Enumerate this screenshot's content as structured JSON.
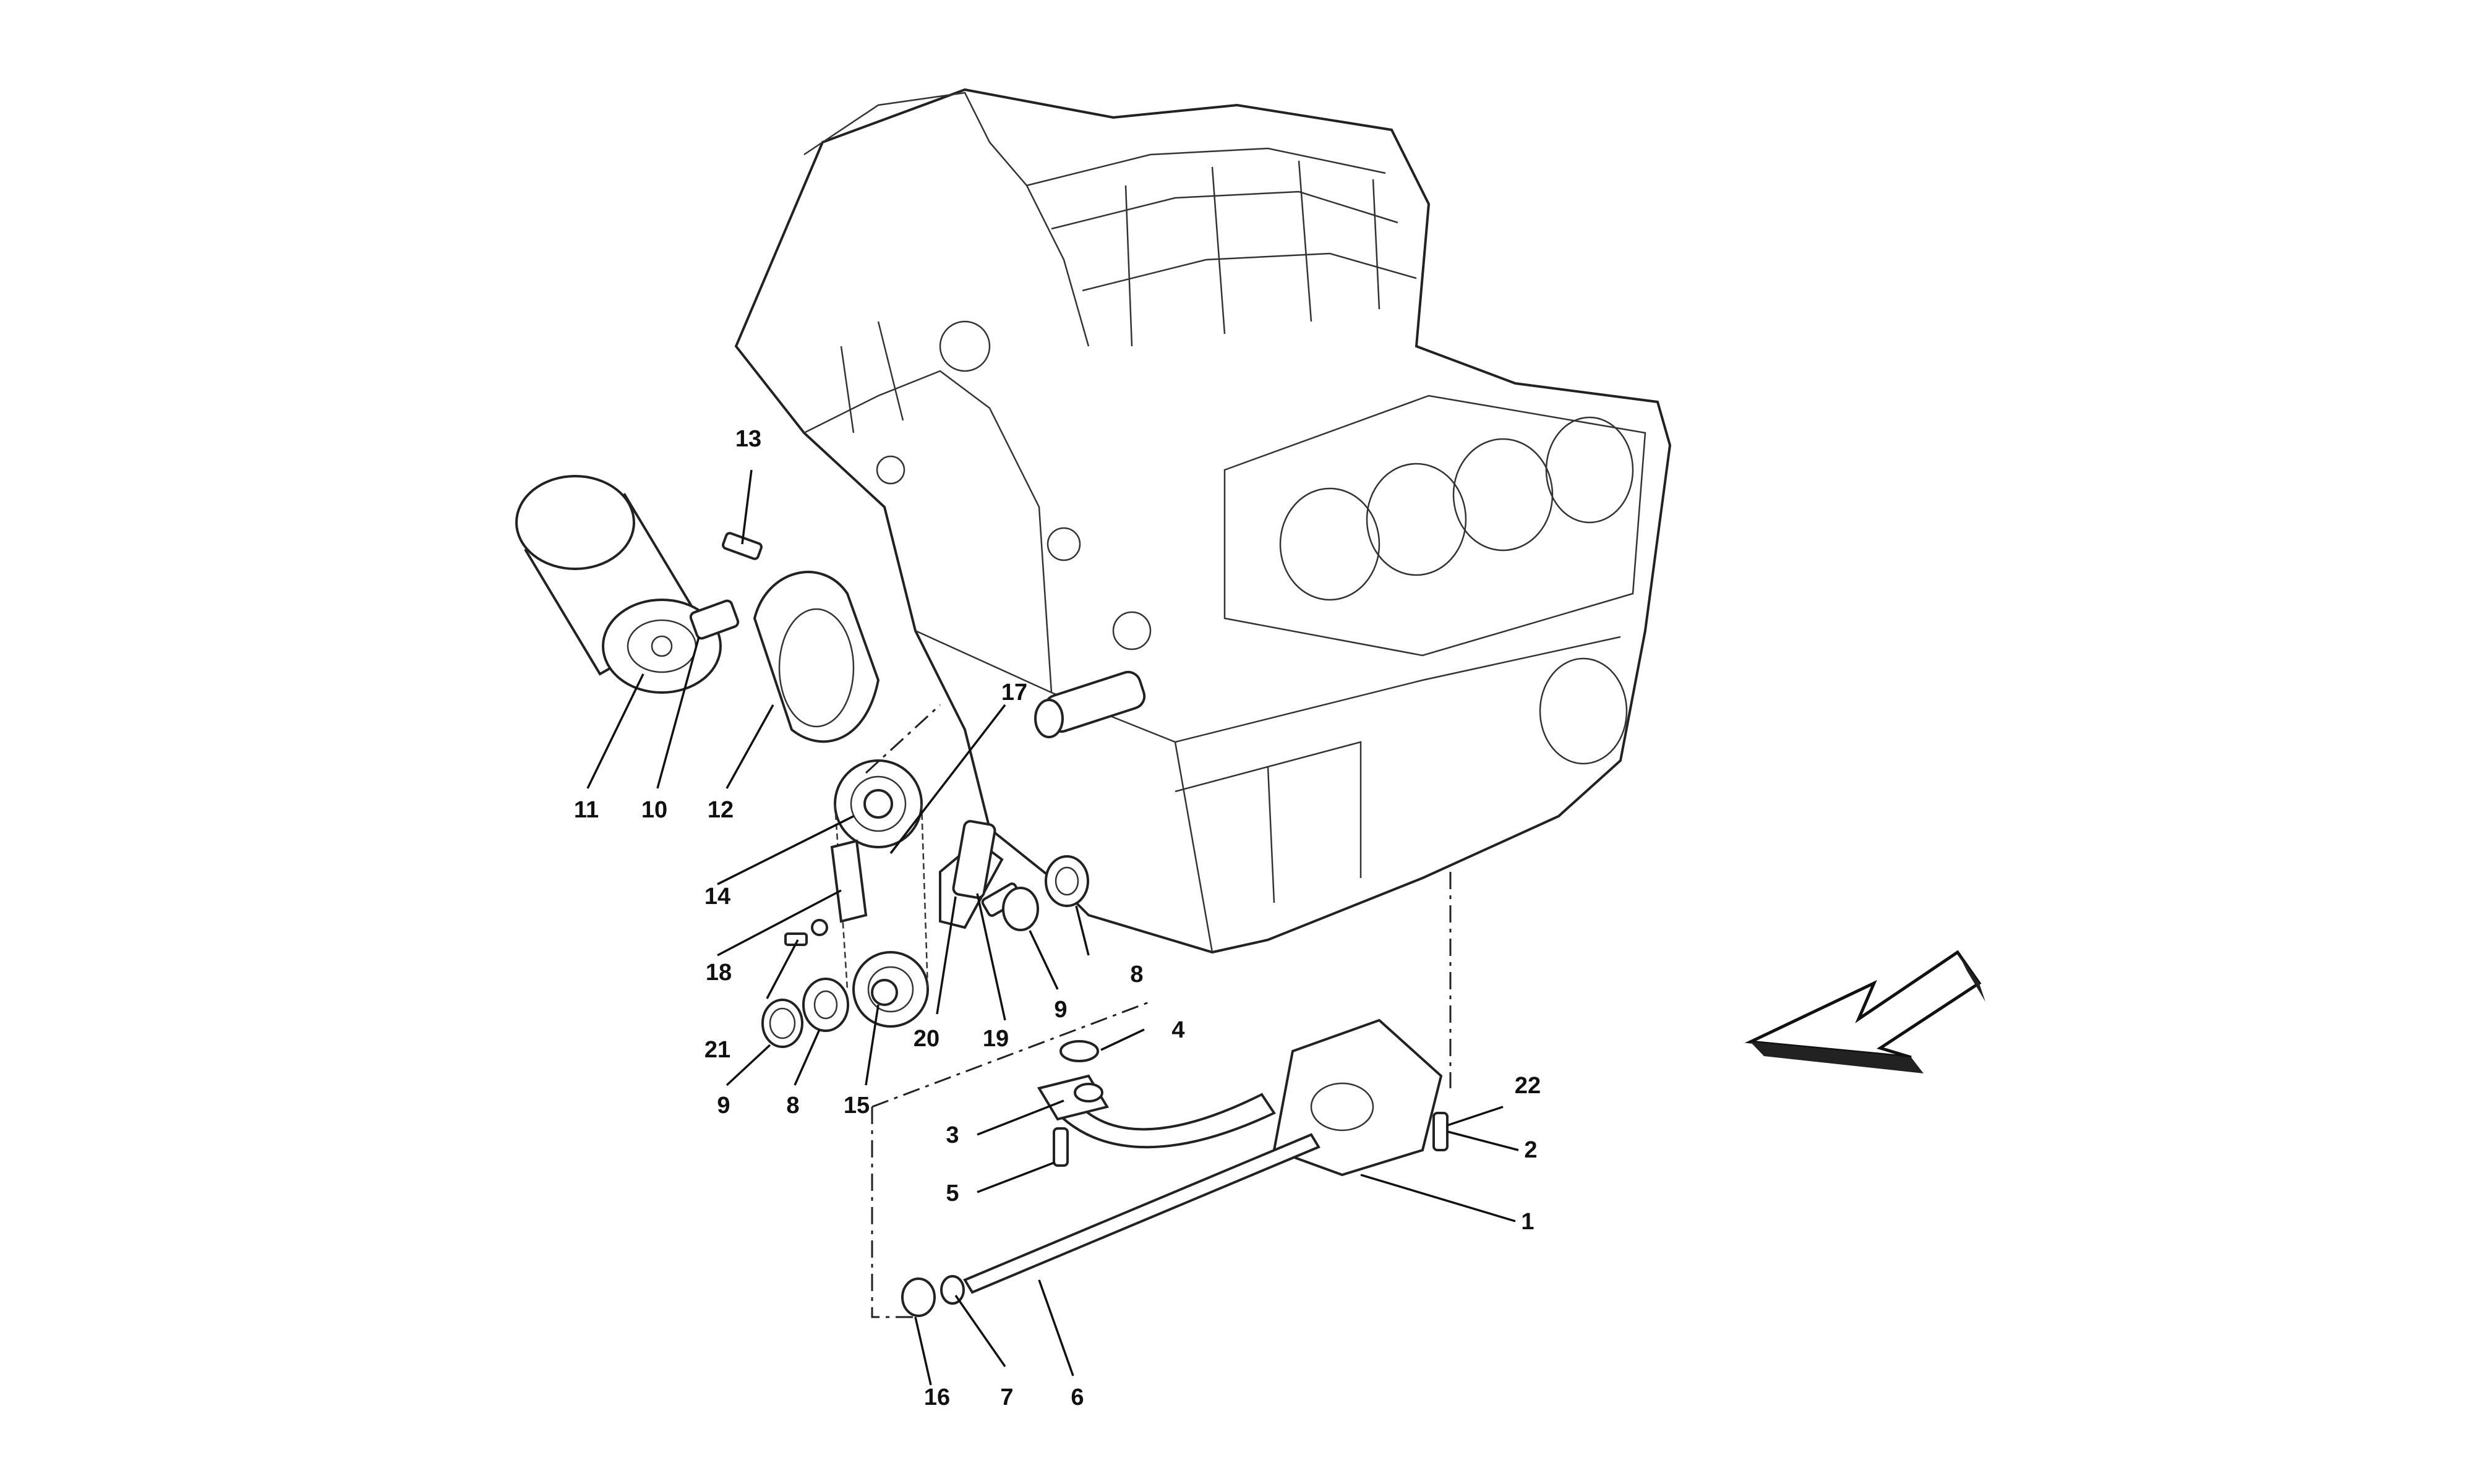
{
  "diagram": {
    "callouts": [
      {
        "id": "c1",
        "text": "1"
      },
      {
        "id": "c2",
        "text": "2"
      },
      {
        "id": "c3",
        "text": "3"
      },
      {
        "id": "c4",
        "text": "4"
      },
      {
        "id": "c5",
        "text": "5"
      },
      {
        "id": "c6",
        "text": "6"
      },
      {
        "id": "c7",
        "text": "7"
      },
      {
        "id": "c8a",
        "text": "8"
      },
      {
        "id": "c8b",
        "text": "8"
      },
      {
        "id": "c9a",
        "text": "9"
      },
      {
        "id": "c9b",
        "text": "9"
      },
      {
        "id": "c10",
        "text": "10"
      },
      {
        "id": "c11",
        "text": "11"
      },
      {
        "id": "c12",
        "text": "12"
      },
      {
        "id": "c13",
        "text": "13"
      },
      {
        "id": "c14",
        "text": "14"
      },
      {
        "id": "c15",
        "text": "15"
      },
      {
        "id": "c16",
        "text": "16"
      },
      {
        "id": "c17",
        "text": "17"
      },
      {
        "id": "c18",
        "text": "18"
      },
      {
        "id": "c19",
        "text": "19"
      },
      {
        "id": "c20",
        "text": "20"
      },
      {
        "id": "c21",
        "text": "21"
      },
      {
        "id": "c22",
        "text": "22"
      }
    ],
    "direction_arrow": "front-direction-arrow-icon"
  }
}
